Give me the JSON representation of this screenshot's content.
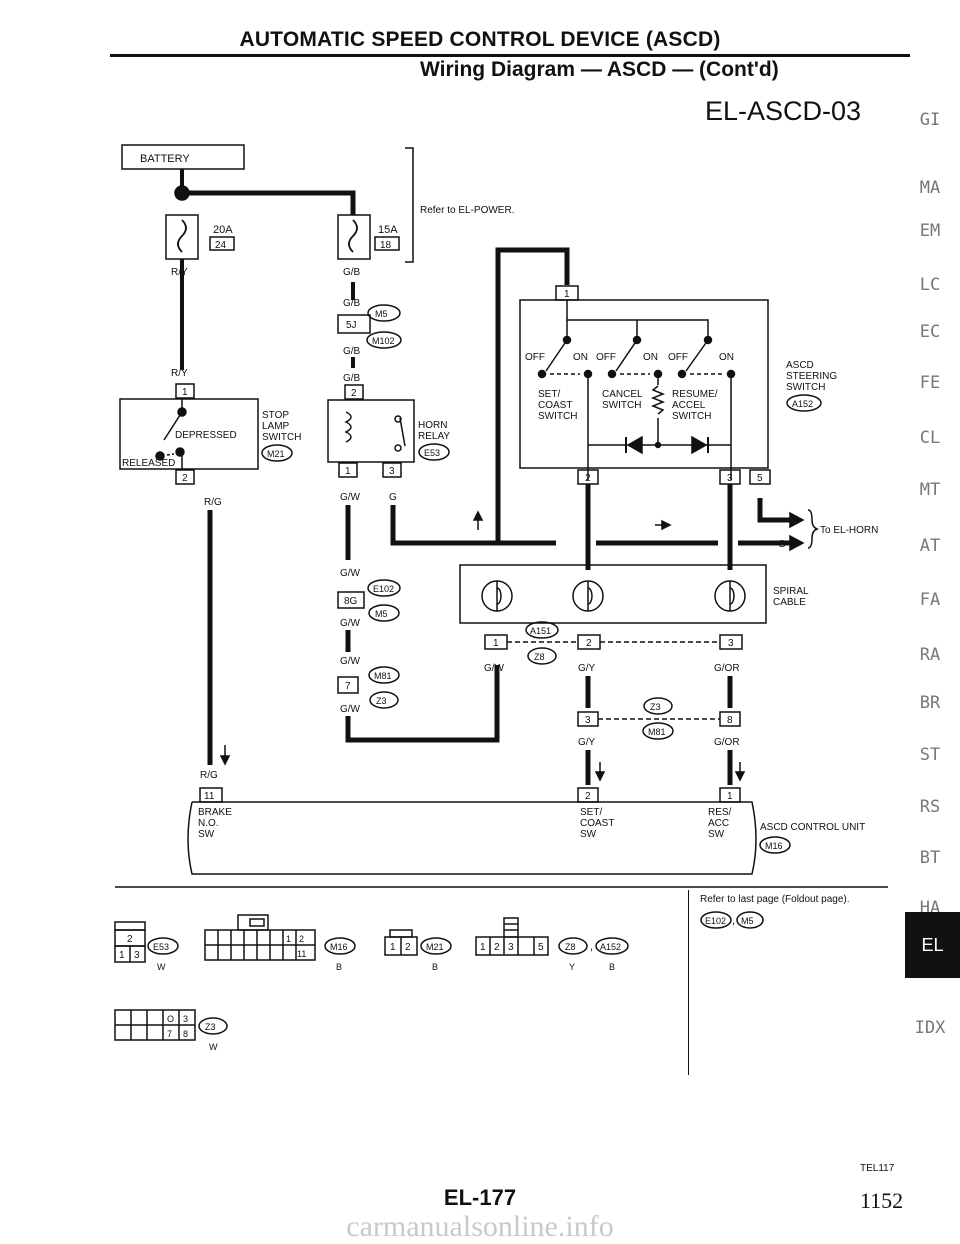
{
  "header": {
    "title": "AUTOMATIC SPEED CONTROL DEVICE (ASCD)",
    "subtitle": "Wiring Diagram — ASCD — (Cont'd)",
    "diagram_code": "EL-ASCD-03"
  },
  "side_tabs": [
    "GI",
    "MA",
    "EM",
    "LC",
    "EC",
    "FE",
    "CL",
    "MT",
    "AT",
    "FA",
    "RA",
    "BR",
    "ST",
    "RS",
    "BT",
    "HA",
    "EL",
    "IDX"
  ],
  "active_tab": "EL",
  "labels": {
    "battery": "BATTERY",
    "refer_power": "Refer to EL-POWER.",
    "fuse1_amp": "20A",
    "fuse1_no": "24",
    "fuse2_amp": "15A",
    "fuse2_no": "18",
    "w_ry1": "R/Y",
    "w_ry2": "R/Y",
    "w_gb1": "G/B",
    "w_gb2": "G/B",
    "w_gb3": "G/B",
    "w_gb4": "G/B",
    "c_m5_1": "M5",
    "c_m102": "M102",
    "pin_5j": "5J",
    "stop_pin1": "1",
    "stop_pin2": "2",
    "stop_lamp": "STOP",
    "stop_lamp2": "LAMP",
    "stop_lamp3": "SWITCH",
    "c_m21": "M21",
    "depressed": "DEPRESSED",
    "released": "RELEASED",
    "w_rg1": "R/G",
    "w_rg2": "R/G",
    "horn_relay": "HORN",
    "horn_relay2": "RELAY",
    "c_e53": "E53",
    "relay_pin1": "1",
    "relay_pin2": "2",
    "relay_pin3": "3",
    "w_gw1": "G/W",
    "w_g1": "G",
    "w_gw2": "G/W",
    "c_e102": "E102",
    "pin_8g": "8G",
    "c_m5_2": "M5",
    "w_gw3": "G/W",
    "w_gw4": "G/W",
    "c_m81_1": "M81",
    "pin_7": "7",
    "c_z3_1": "Z3",
    "w_gw5": "G/W",
    "sw_pin1": "1",
    "sw_pin2": "2",
    "sw_pin3": "3",
    "sw_pin5": "5",
    "off1": "OFF",
    "on1": "ON",
    "off2": "OFF",
    "on2": "ON",
    "off3": "OFF",
    "on3": "ON",
    "set_coast": "SET/",
    "set_coast2": "COAST",
    "set_coast3": "SWITCH",
    "cancel": "CANCEL",
    "cancel2": "SWITCH",
    "resume": "RESUME/",
    "resume2": "ACCEL",
    "resume3": "SWITCH",
    "ascd_steering": "ASCD",
    "ascd_steering2": "STEERING",
    "ascd_steering3": "SWITCH",
    "c_a152": "A152",
    "to_el_horn": "To EL-HORN",
    "w_g2": "G",
    "spiral_cable": "SPIRAL",
    "spiral_cable2": "CABLE",
    "c_a151": "A151",
    "c_z8": "Z8",
    "sp_pin1": "1",
    "sp_pin2": "2",
    "sp_pin3": "3",
    "w_gw6": "G/W",
    "w_gy1": "G/Y",
    "w_gor1": "G/OR",
    "c_z3_2": "Z3",
    "c_m81_2": "M81",
    "pin_3": "3",
    "pin_8": "8",
    "w_gy2": "G/Y",
    "w_gor2": "G/OR",
    "cu_pin11": "11",
    "cu_pin2": "2",
    "cu_pin1": "1",
    "brake": "BRAKE",
    "brake2": "N.O.",
    "brake3": "SW",
    "set_sw": "SET/",
    "set_sw2": "COAST",
    "set_sw3": "SW",
    "res_sw": "RES/",
    "res_sw2": "ACC",
    "res_sw3": "SW",
    "ascd_cu": "ASCD CONTROL UNIT",
    "c_m16": "M16",
    "conn_e53": "E53",
    "conn_e53_col": "W",
    "conn_m16": "M16",
    "conn_m16_col": "B",
    "conn_m21": "M21",
    "conn_m21_col": "B",
    "conn_z8": "Z8",
    "conn_a152": "A152",
    "conn_z8_col": "Y",
    "conn_a152_col": "B",
    "conn_z3": "Z3",
    "conn_z3_col": "W",
    "pin_e53_2": "2",
    "pin_e53_1": "1",
    "pin_e53_3": "3",
    "pin_m16_1": "1",
    "pin_m16_2": "2",
    "pin_m16_11": "11",
    "pin_m21_1": "1",
    "pin_m21_2": "2",
    "pin_z8_1": "1",
    "pin_z8_2": "2",
    "pin_z8_3": "3",
    "pin_z8_5": "5",
    "pin_z3_o": "O",
    "pin_z3_3": "3",
    "pin_z3_7": "7",
    "pin_z3_8": "8"
  },
  "legend": {
    "line1": "Refer to last page (Foldout page).",
    "c1": "E102",
    "c2": "M5"
  },
  "footer": {
    "drawing_code": "TEL117",
    "page": "EL-177",
    "scan_page": "1152",
    "watermark": "carmanualsonline.info"
  }
}
